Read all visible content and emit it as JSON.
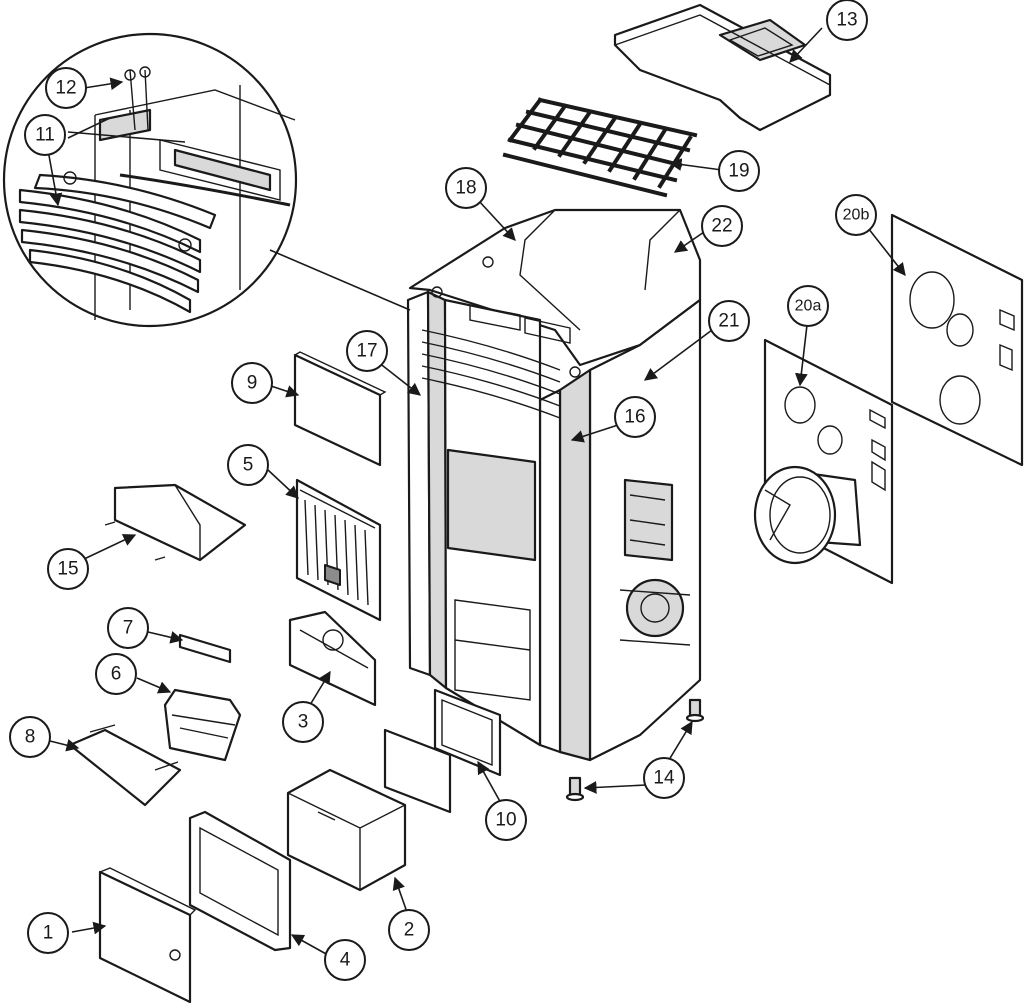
{
  "callouts": [
    {
      "id": "1",
      "label": "1"
    },
    {
      "id": "2",
      "label": "2"
    },
    {
      "id": "3",
      "label": "3"
    },
    {
      "id": "4",
      "label": "4"
    },
    {
      "id": "5",
      "label": "5"
    },
    {
      "id": "6",
      "label": "6"
    },
    {
      "id": "7",
      "label": "7"
    },
    {
      "id": "8",
      "label": "8"
    },
    {
      "id": "9",
      "label": "9"
    },
    {
      "id": "10",
      "label": "10"
    },
    {
      "id": "11",
      "label": "11"
    },
    {
      "id": "12",
      "label": "12"
    },
    {
      "id": "13",
      "label": "13"
    },
    {
      "id": "14",
      "label": "14"
    },
    {
      "id": "15",
      "label": "15"
    },
    {
      "id": "16",
      "label": "16"
    },
    {
      "id": "17",
      "label": "17"
    },
    {
      "id": "18",
      "label": "18"
    },
    {
      "id": "19",
      "label": "19"
    },
    {
      "id": "20a",
      "label": "20a"
    },
    {
      "id": "20b",
      "label": "20b"
    },
    {
      "id": "21",
      "label": "21"
    },
    {
      "id": "22",
      "label": "22"
    }
  ],
  "colors": {
    "line": "#1a1a1a",
    "fill": "#ffffff",
    "shade": "#d9d9d9",
    "dark": "#8c8c8c"
  }
}
